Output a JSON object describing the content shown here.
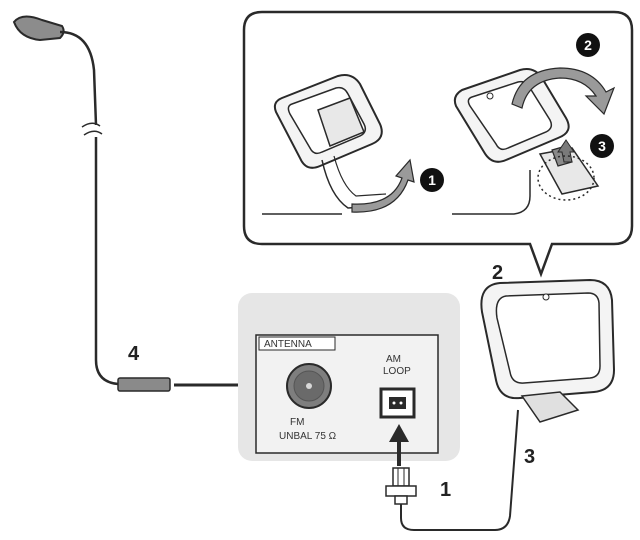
{
  "panel": {
    "title": "ANTENNA",
    "fm_label": "FM",
    "fm_spec": "UNBAL 75 Ω",
    "am_label_line1": "AM",
    "am_label_line2": "LOOP"
  },
  "steps": {
    "s1": "1",
    "s2": "2",
    "s3": "3",
    "s4": "4"
  },
  "callout_steps": {
    "c1": "1",
    "c2": "2",
    "c3": "3"
  },
  "colors": {
    "line": "#2a2a2a",
    "panel_bg": "#e6e6e6",
    "antenna_frame": "#f4f4f4",
    "fm_connector": "#8a8a8a",
    "arrow_gray": "#9a9a9a"
  }
}
